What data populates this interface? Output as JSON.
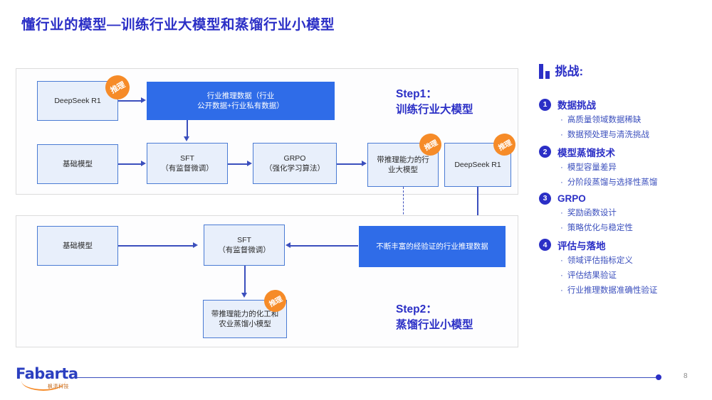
{
  "slide": {
    "title": "懂行业的模型—训练行业大模型和蒸馏行业小模型",
    "page_number": "8",
    "accent_blue": "#2b2fc6",
    "node_blue_fill": "#2f6ce8",
    "node_light_fill": "#e8effb",
    "badge_orange": "#f68b28"
  },
  "diagram": {
    "step1": {
      "label_line1": "Step1：",
      "label_line2": "训练行业大模型",
      "nodes": {
        "deepseek_r1": "DeepSeek R1",
        "industry_data_l1": "行业推理数据（行业",
        "industry_data_l2": "公开数据+行业私有数据）",
        "base_model": "基础模型",
        "sft_l1": "SFT",
        "sft_l2": "（有监督微调）",
        "grpo_l1": "GRPO",
        "grpo_l2": "（强化学习算法）",
        "big_model_l1": "带推理能力的行",
        "big_model_l2": "业大模型",
        "deepseek_r1_2": "DeepSeek R1"
      },
      "badges": [
        "推理",
        "推理",
        "推理"
      ]
    },
    "step2": {
      "label_line1": "Step2：",
      "label_line2": "蒸馏行业小模型",
      "nodes": {
        "base_model": "基础模型",
        "sft_l1": "SFT",
        "sft_l2": "（有监督微调）",
        "small_model_l1": "带推理能力的化工和",
        "small_model_l2": "农业蒸馏小模型",
        "verified_data": "不断丰富的经验证的行业推理数据"
      },
      "badges": [
        "推理"
      ]
    }
  },
  "challenges": {
    "heading": "挑战:",
    "groups": [
      {
        "number": "1",
        "name": "数据挑战",
        "items": [
          "高质量领域数据稀缺",
          "数据预处理与清洗挑战"
        ]
      },
      {
        "number": "2",
        "name": "模型蒸馏技术",
        "items": [
          "模型容量差异",
          "分阶段蒸馏与选择性蒸馏"
        ]
      },
      {
        "number": "3",
        "name": "GRPO",
        "items": [
          "奖励函数设计",
          "策略优化与稳定性"
        ]
      },
      {
        "number": "4",
        "name": "评估与落地",
        "items": [
          "领域评估指标定义",
          "评估结果验证",
          "行业推理数据准确性验证"
        ]
      }
    ],
    "bullet": "·"
  },
  "footer": {
    "logo_word": "Fabarta",
    "logo_cn": "枫清科技"
  }
}
